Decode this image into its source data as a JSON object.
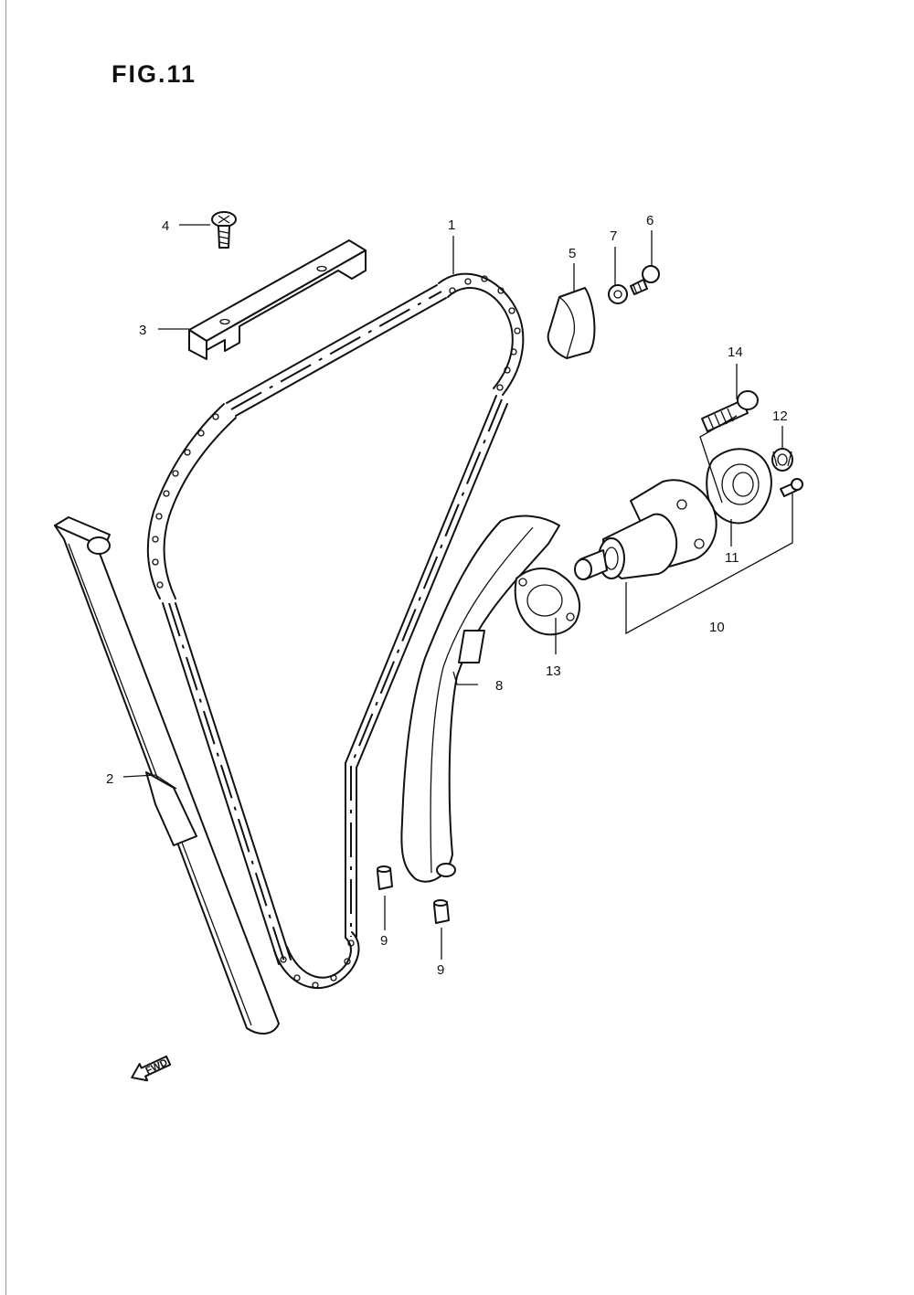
{
  "figure": {
    "title": "FIG.11"
  },
  "callouts": [
    {
      "id": "c1",
      "label": "1"
    },
    {
      "id": "c2",
      "label": "2"
    },
    {
      "id": "c3",
      "label": "3"
    },
    {
      "id": "c4",
      "label": "4"
    },
    {
      "id": "c5",
      "label": "5"
    },
    {
      "id": "c6",
      "label": "6"
    },
    {
      "id": "c7",
      "label": "7"
    },
    {
      "id": "c8",
      "label": "8"
    },
    {
      "id": "c9a",
      "label": "9"
    },
    {
      "id": "c9b",
      "label": "9"
    },
    {
      "id": "c10",
      "label": "10"
    },
    {
      "id": "c11",
      "label": "11"
    },
    {
      "id": "c12",
      "label": "12"
    },
    {
      "id": "c13",
      "label": "13"
    },
    {
      "id": "c14",
      "label": "14"
    }
  ],
  "direction_marker": {
    "label": "FWD",
    "icon": "forward-arrow-icon"
  }
}
